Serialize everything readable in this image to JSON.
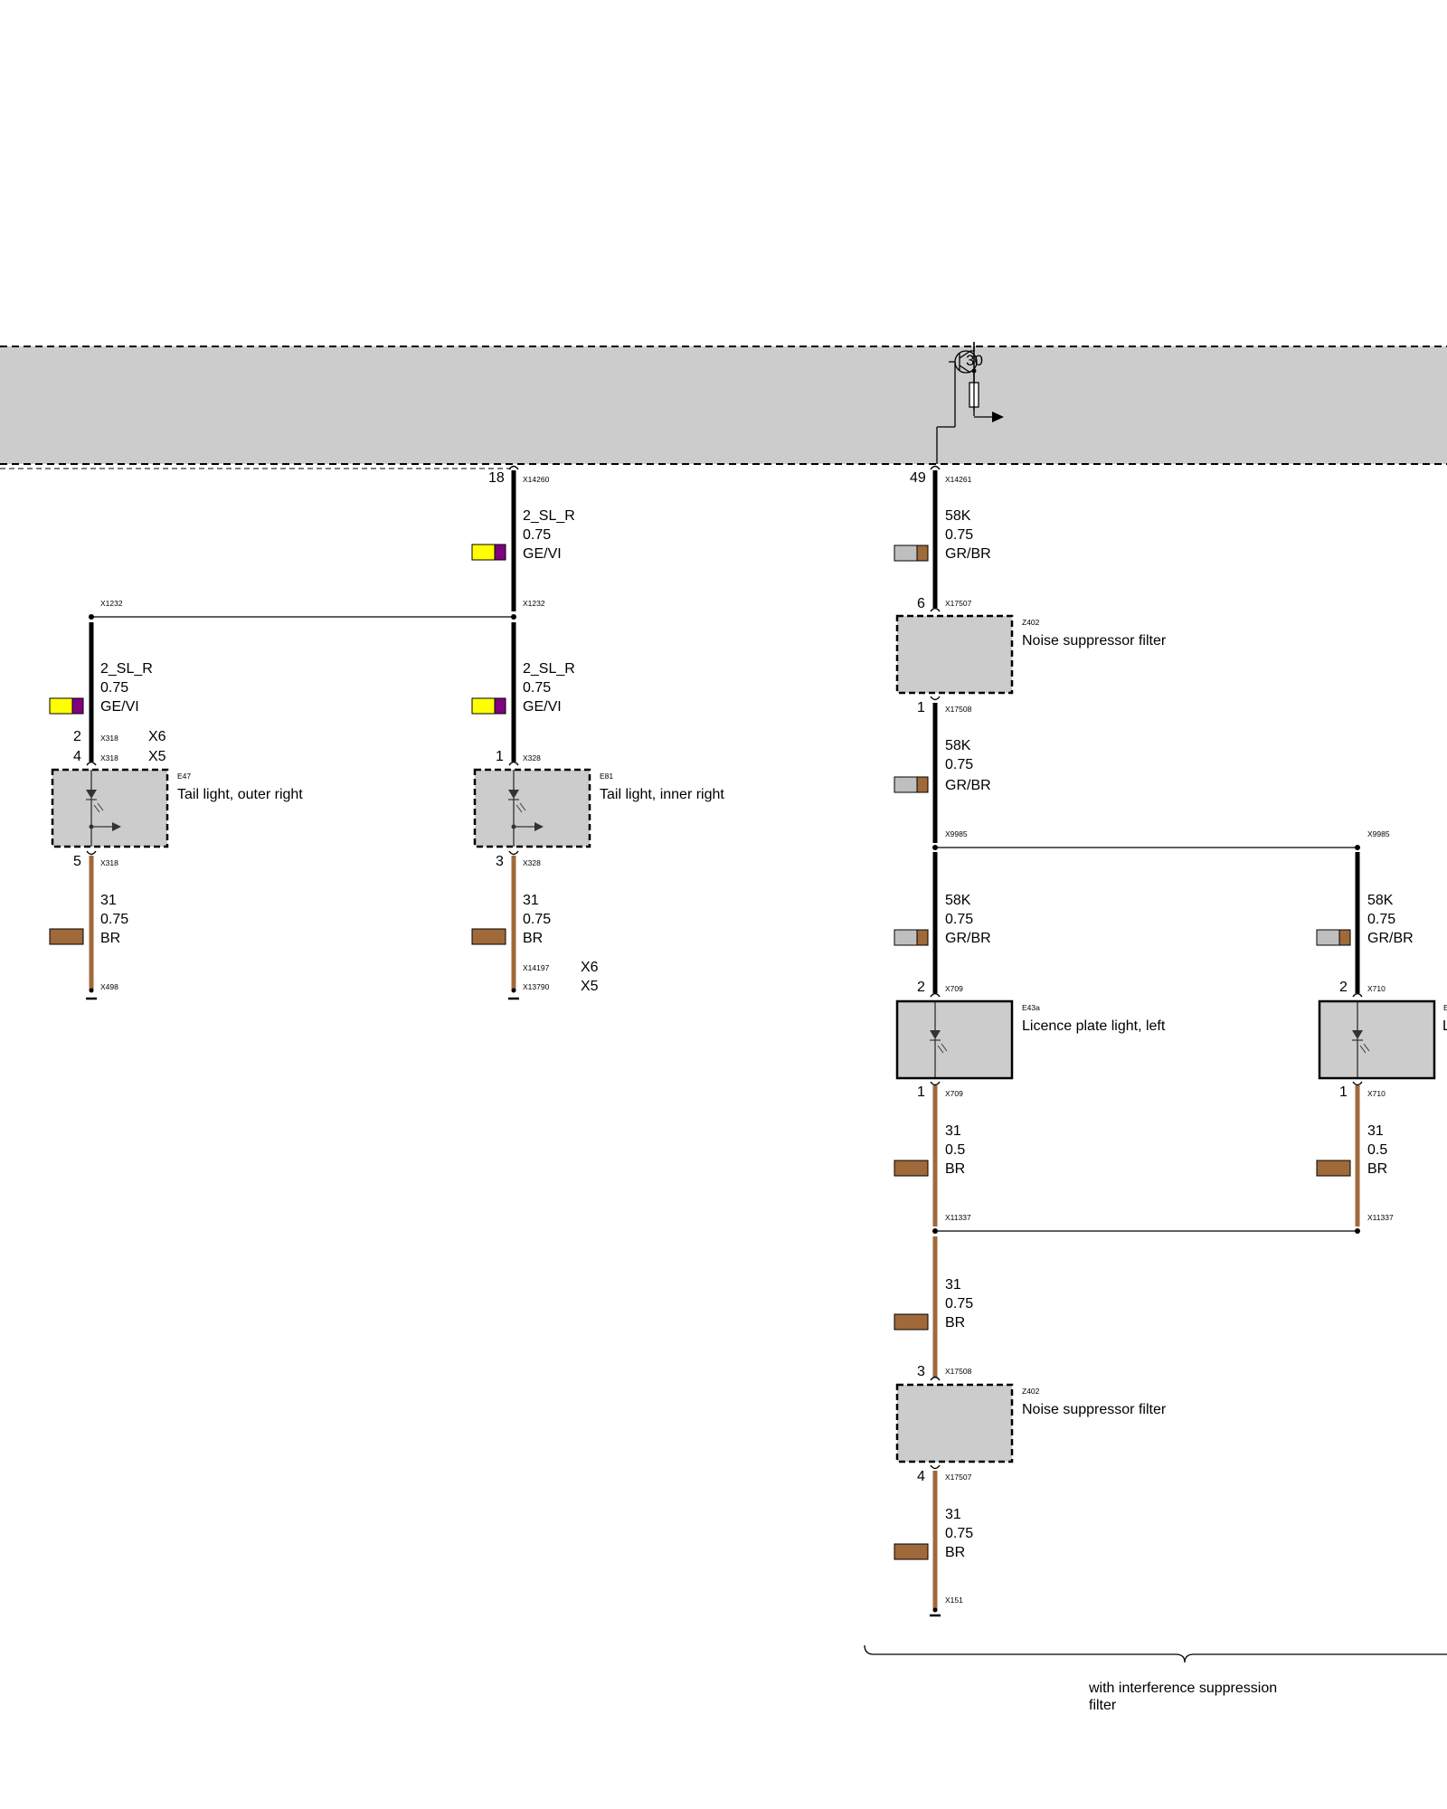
{
  "colors": {
    "wire_black": "#000000",
    "wire_brown": "#A0693A",
    "swatch_yellow": "#FFFF00",
    "swatch_violet": "#800080",
    "swatch_grey": "#BFBFBF",
    "swatch_brown": "#A0693A",
    "box_fill": "#CCCCCC"
  },
  "control_unit": {
    "supply_label": "30"
  },
  "segments": {
    "w_s18": {
      "pin": "18",
      "conn": "X14260",
      "code": "2_SL_R",
      "size": "0.75",
      "color": "GE/VI",
      "end_conn": "X1232"
    },
    "w_sbr1": {
      "code": "2_SL_R",
      "size": "0.75",
      "color": "GE/VI"
    },
    "w_sbr2": {
      "code": "2_SL_R",
      "size": "0.75",
      "color": "GE/VI"
    },
    "w_s49": {
      "pin": "49",
      "conn": "X14261",
      "code": "58K",
      "size": "0.75",
      "color": "GR/BR"
    },
    "w_f1": {
      "code": "58K",
      "size": "0.75",
      "color": "GR/BR",
      "end_conn": "X9985"
    },
    "w_lpl_in": {
      "code": "58K",
      "size": "0.75",
      "color": "GR/BR"
    },
    "w_lpr_in": {
      "code": "58K",
      "size": "0.75",
      "color": "GR/BR"
    },
    "w_e47_gnd": {
      "pin": "5",
      "conn": "X318",
      "code": "31",
      "size": "0.75",
      "color": "BR",
      "end_conn": "X498"
    },
    "w_e81_gnd": {
      "pin": "3",
      "conn": "X328",
      "code": "31",
      "size": "0.75",
      "color": "BR",
      "end_conn_a": "X14197",
      "end_conn_a_var": "X6",
      "end_conn_b": "X13790",
      "end_conn_b_var": "X5"
    },
    "w_lpl_gnd": {
      "pin": "1",
      "conn": "X709",
      "code": "31",
      "size": "0.5",
      "color": "BR",
      "end_conn": "X11337"
    },
    "w_lpr_gnd": {
      "pin": "1",
      "conn": "X710",
      "code": "31",
      "size": "0.5",
      "color": "BR",
      "end_conn": "X11337"
    },
    "w_gnd_mid": {
      "code": "31",
      "size": "0.75",
      "color": "BR"
    },
    "w_gnd_end": {
      "pin": "4",
      "conn": "X17507",
      "code": "31",
      "size": "0.75",
      "color": "BR",
      "end_conn": "X151"
    }
  },
  "splices": {
    "left_x1232": "X1232",
    "right_x1232": "X1232",
    "right_x9985": "X9985"
  },
  "components": {
    "e47": {
      "id": "E47",
      "name": "Tail light, outer right",
      "pin_a": "2",
      "conn_a": "X318",
      "var_a": "X6",
      "pin_b": "4",
      "conn_b": "X318",
      "var_b": "X5"
    },
    "e81": {
      "id": "E81",
      "name": "Tail light, inner right",
      "pin": "1",
      "conn": "X328"
    },
    "z402_top": {
      "id": "Z402",
      "name": "Noise suppressor filter",
      "pin_in": "6",
      "conn_in": "X17507",
      "pin_out": "1",
      "conn_out": "X17508"
    },
    "e43a": {
      "id": "E43a",
      "name": "Licence plate light, left",
      "pin": "2",
      "conn": "X709"
    },
    "e43b": {
      "id": "E",
      "name": "L",
      "pin": "2",
      "conn": "X710"
    },
    "z402_bottom": {
      "id": "Z402",
      "name": "Noise suppressor filter",
      "pin_in": "3",
      "conn_in": "X17508"
    }
  },
  "notes": {
    "brace_line1": "with interference suppression",
    "brace_line2": "filter"
  }
}
